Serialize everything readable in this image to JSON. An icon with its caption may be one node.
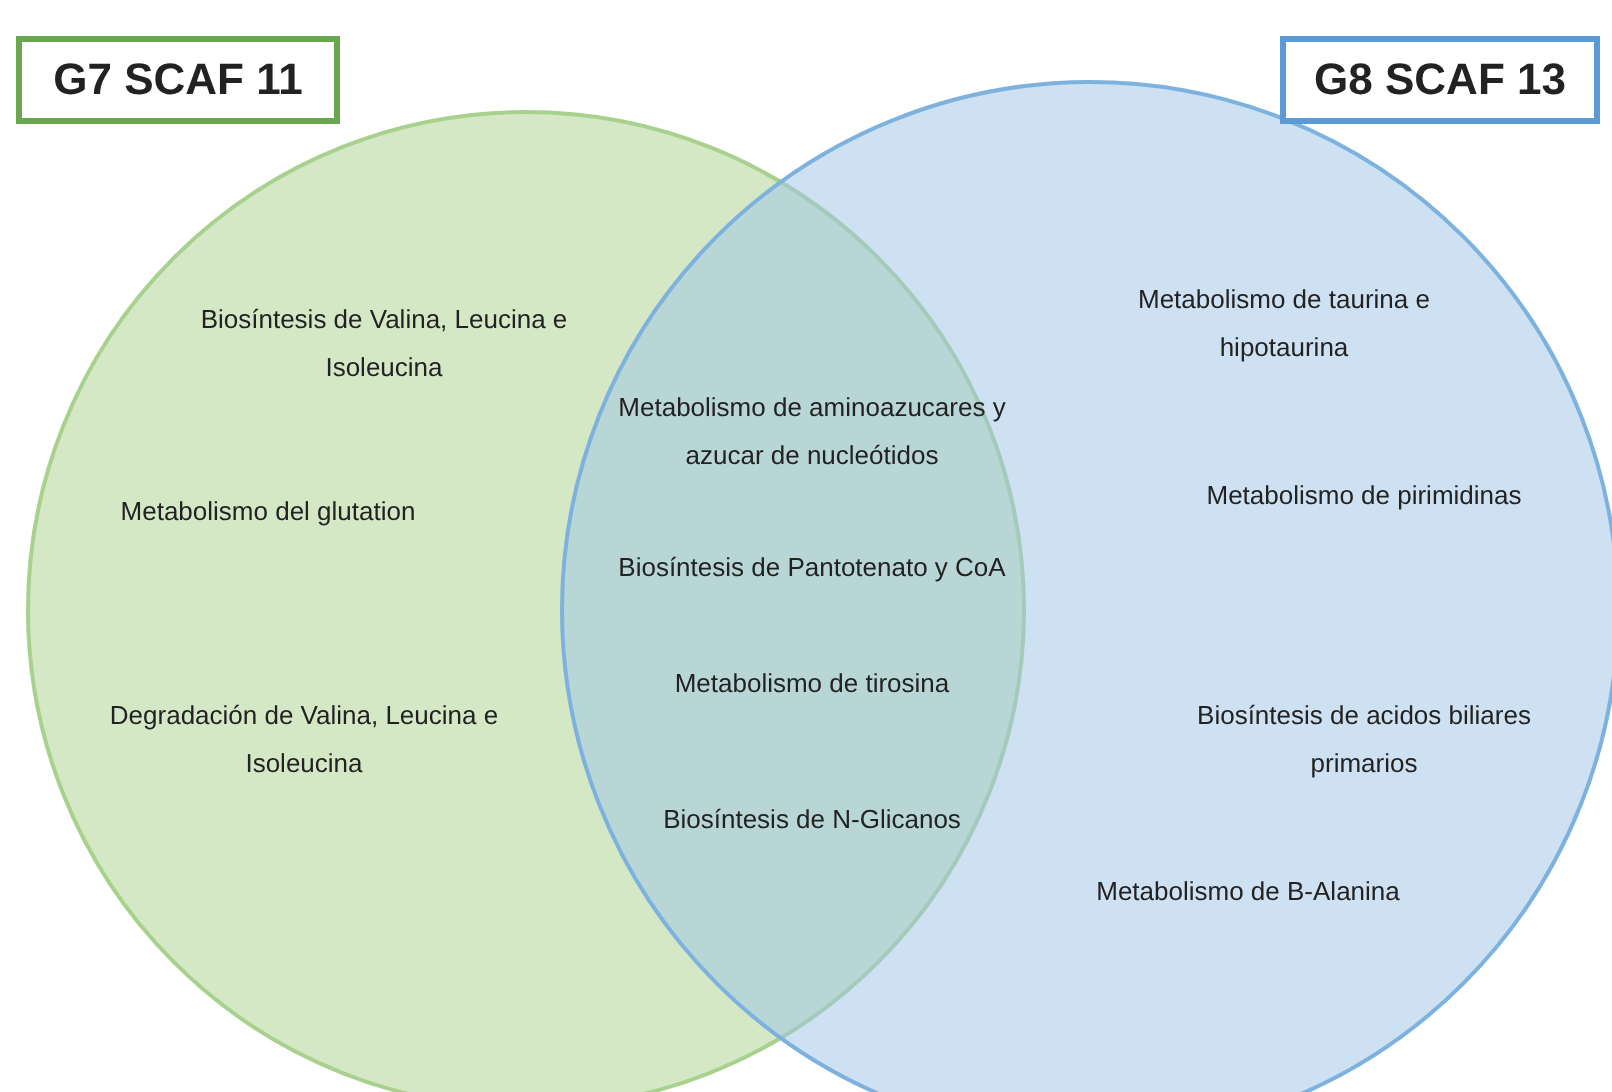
{
  "diagram": {
    "nodes": [
      {
        "text": [
          "Biosíntesis de Valina, Leucina e Isoleucina",
          "Metabolismo del glutation",
          "Degradación de Valina, Leucina e Isoleucina"
        ]
      },
      {
        "text": [
          "Metabolismo de taurina e hipotaurina",
          "Metabolismo de pirimidinas",
          "Biosíntesis de acidos biliares primarios",
          "Metabolismo de B-Alanina"
        ]
      },
      {
        "text": [
          "G7 SCAF 11"
        ]
      },
      {
        "text": [
          "G8 SCAF 13"
        ]
      }
    ],
    "edges": [],
    "labels": [
      "Metabolismo de aminoazucares y azucar de nucleótidos",
      "Biosíntesis de Pantotenato y CoA",
      "Metabolismo de tirosina",
      "Biosíntesis de N-Glicanos"
    ]
  }
}
